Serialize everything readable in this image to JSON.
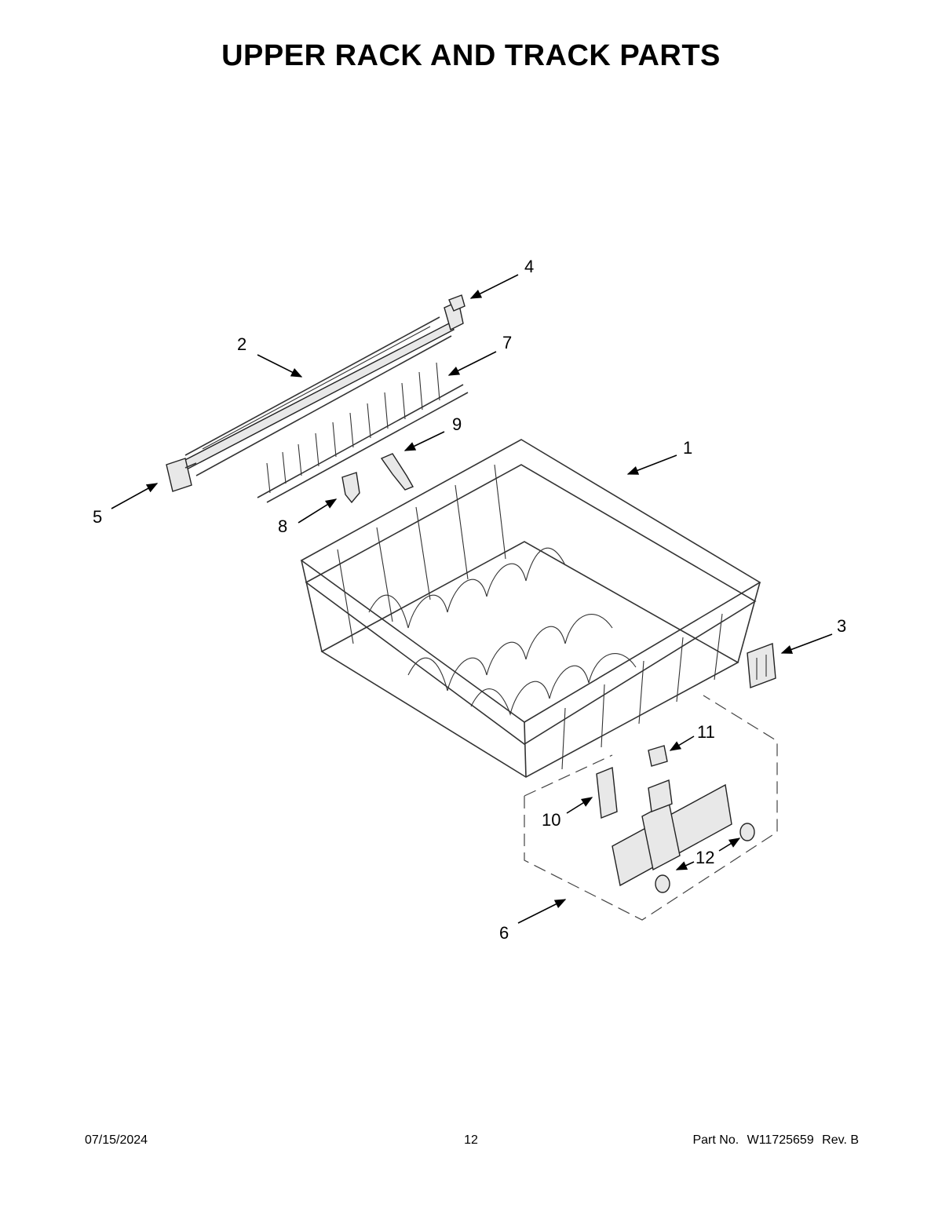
{
  "page": {
    "title": "UPPER RACK AND TRACK PARTS"
  },
  "callouts": [
    "1",
    "2",
    "3",
    "4",
    "5",
    "6",
    "7",
    "8",
    "9",
    "10",
    "11",
    "12"
  ],
  "footer": {
    "date": "07/15/2024",
    "page_number": "12",
    "part_label": "Part No.",
    "part_number": "W11725659",
    "revision": "Rev. B"
  }
}
